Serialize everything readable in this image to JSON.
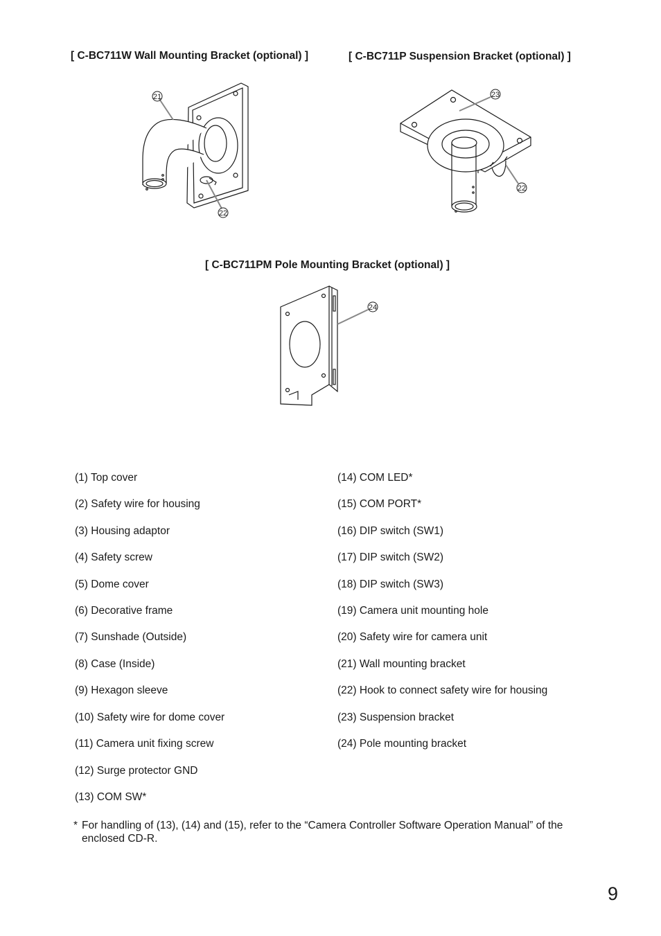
{
  "captions": {
    "wall": "[ C-BC711W Wall Mounting Bracket (optional) ]",
    "suspension": "[ C-BC711P Suspension Bracket (optional) ]",
    "pole": "[ C-BC711PM Pole Mounting Bracket (optional) ]"
  },
  "callouts": {
    "wall_bracket": "21",
    "wall_hook": "22",
    "suspension_bracket": "23",
    "suspension_hook": "22",
    "pole_bracket": "24"
  },
  "parts_left": [
    " (1) Top cover",
    " (2) Safety wire for housing",
    " (3) Housing adaptor",
    " (4) Safety screw",
    " (5) Dome cover",
    " (6) Decorative frame",
    " (7) Sunshade (Outside)",
    " (8) Case (Inside)",
    " (9) Hexagon sleeve",
    "(10) Safety wire for dome cover",
    "(11) Camera unit fixing screw",
    "(12) Surge protector GND",
    "(13) COM SW*"
  ],
  "parts_right": [
    "(14) COM LED*",
    "(15) COM PORT*",
    "(16) DIP switch (SW1)",
    "(17) DIP switch (SW2)",
    "(18) DIP switch (SW3)",
    "(19) Camera unit mounting hole",
    "(20) Safety wire for camera unit",
    "(21) Wall mounting bracket",
    "(22) Hook to connect safety wire for housing",
    "(23) Suspension bracket",
    "(24) Pole mounting bracket"
  ],
  "footnote": {
    "mark": "*",
    "text": "For handling of (13), (14) and (15), refer to the “Camera Controller Software Operation Manual” of the enclosed CD-R."
  },
  "page_number": "9"
}
